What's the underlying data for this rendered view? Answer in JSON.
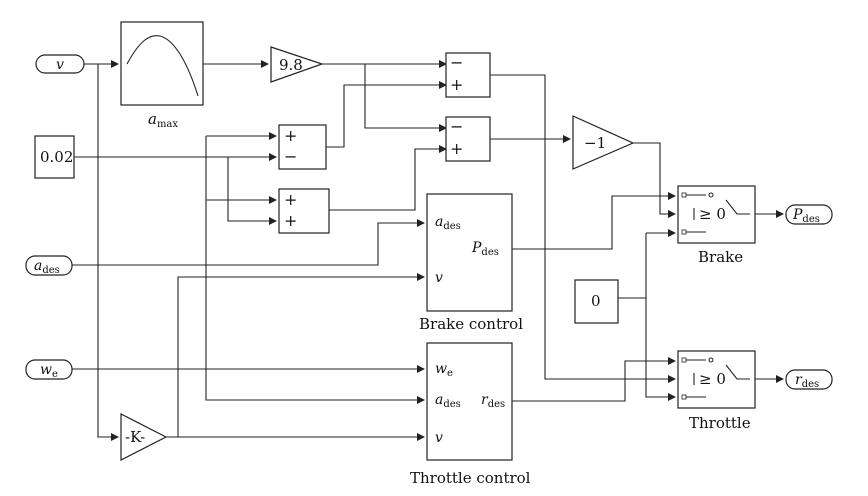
{
  "ports": {
    "in_v": {
      "main": "v",
      "sub": ""
    },
    "in_ades": {
      "main": "a",
      "sub": "des"
    },
    "in_we": {
      "main": "w",
      "sub": "e"
    },
    "out_pdes": {
      "main": "P",
      "sub": "des"
    },
    "out_rdes": {
      "main": "r",
      "sub": "des"
    }
  },
  "constants": {
    "c002": "0.02",
    "c0": "0"
  },
  "gains": {
    "g98": "9.8",
    "gneg1": "−1",
    "gk": "-K-"
  },
  "lookup": {
    "caption_main": "a",
    "caption_sub": "max"
  },
  "sums": {
    "plus": "+",
    "minus": "−"
  },
  "brake_control": {
    "caption": "Brake control",
    "in_ades_main": "a",
    "in_ades_sub": "des",
    "in_v": "v",
    "out_main": "P",
    "out_sub": "des"
  },
  "throttle_control": {
    "caption": "Throttle control",
    "in_we_main": "w",
    "in_we_sub": "e",
    "in_ades_main": "a",
    "in_ades_sub": "des",
    "in_v": "v",
    "out_main": "r",
    "out_sub": "des"
  },
  "switches": {
    "brake": {
      "caption": "Brake",
      "criterion": "≥ 0"
    },
    "throttle": {
      "caption": "Throttle",
      "criterion": "≥ 0"
    }
  }
}
